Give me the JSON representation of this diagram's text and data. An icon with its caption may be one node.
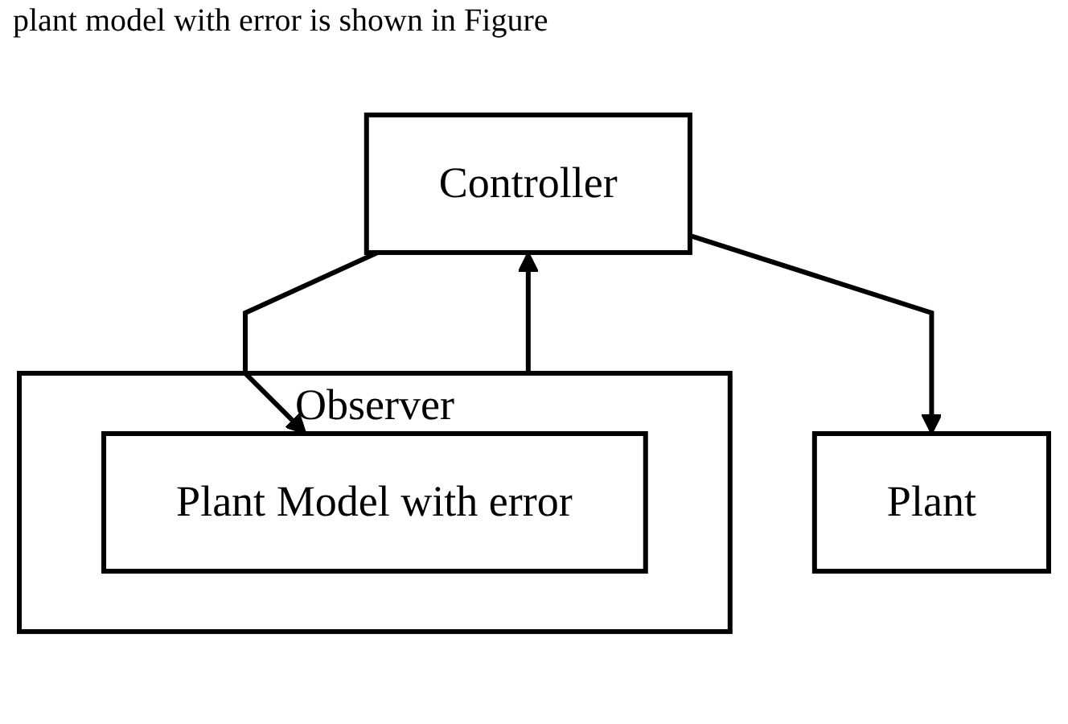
{
  "diagram": {
    "nodes": [
      {
        "text": [
          "Controller"
        ]
      },
      {
        "text": [
          "Observer"
        ]
      },
      {
        "text": [
          "Plant Model with error"
        ],
        "in": 1
      },
      {
        "text": [
          "Plant"
        ]
      }
    ],
    "edges": [
      {
        "from": 0,
        "to": 2,
        "arrow": "to"
      },
      {
        "from": 0,
        "to": 3,
        "arrow": "to"
      },
      {
        "from": 1,
        "to": 0,
        "arrow": "to"
      }
    ],
    "labels": [
      "plant model with error is shown in Figure"
    ]
  }
}
